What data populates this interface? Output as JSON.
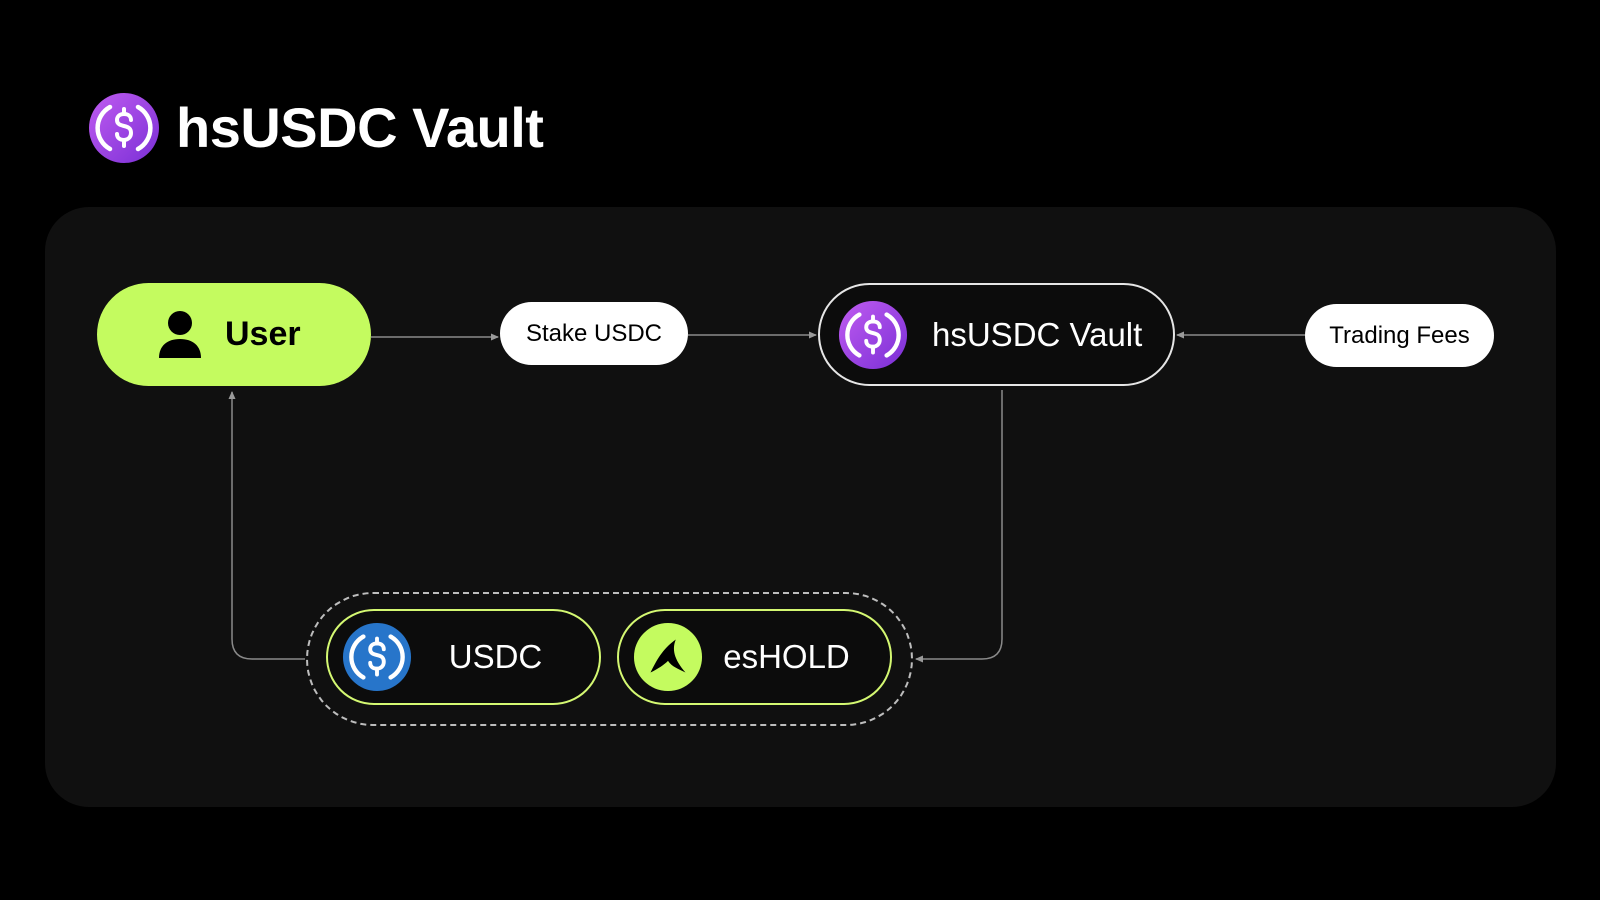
{
  "header": {
    "title": "hsUSDC Vault",
    "logo_icon": "usdc-coin-icon",
    "logo_color": "#9b3ee8"
  },
  "diagram": {
    "nodes": {
      "user": {
        "label": "User",
        "icon": "person-icon",
        "color": "#c4fb5f"
      },
      "stake": {
        "label": "Stake USDC"
      },
      "vault": {
        "label": "hsUSDC Vault",
        "icon": "usdc-coin-icon",
        "icon_color": "#9b3ee8"
      },
      "fees": {
        "label": "Trading Fees"
      },
      "usdc": {
        "label": "USDC",
        "icon": "usdc-coin-icon",
        "icon_color": "#2775ca"
      },
      "eshold": {
        "label": "esHOLD",
        "icon": "shark-fin-icon",
        "icon_color": "#c4fb5f"
      }
    },
    "edges": [
      {
        "from": "user",
        "to": "stake"
      },
      {
        "from": "stake",
        "to": "vault"
      },
      {
        "from": "fees",
        "to": "vault"
      },
      {
        "from": "vault",
        "to": "rewards-group"
      },
      {
        "from": "rewards-group",
        "to": "user"
      }
    ]
  }
}
